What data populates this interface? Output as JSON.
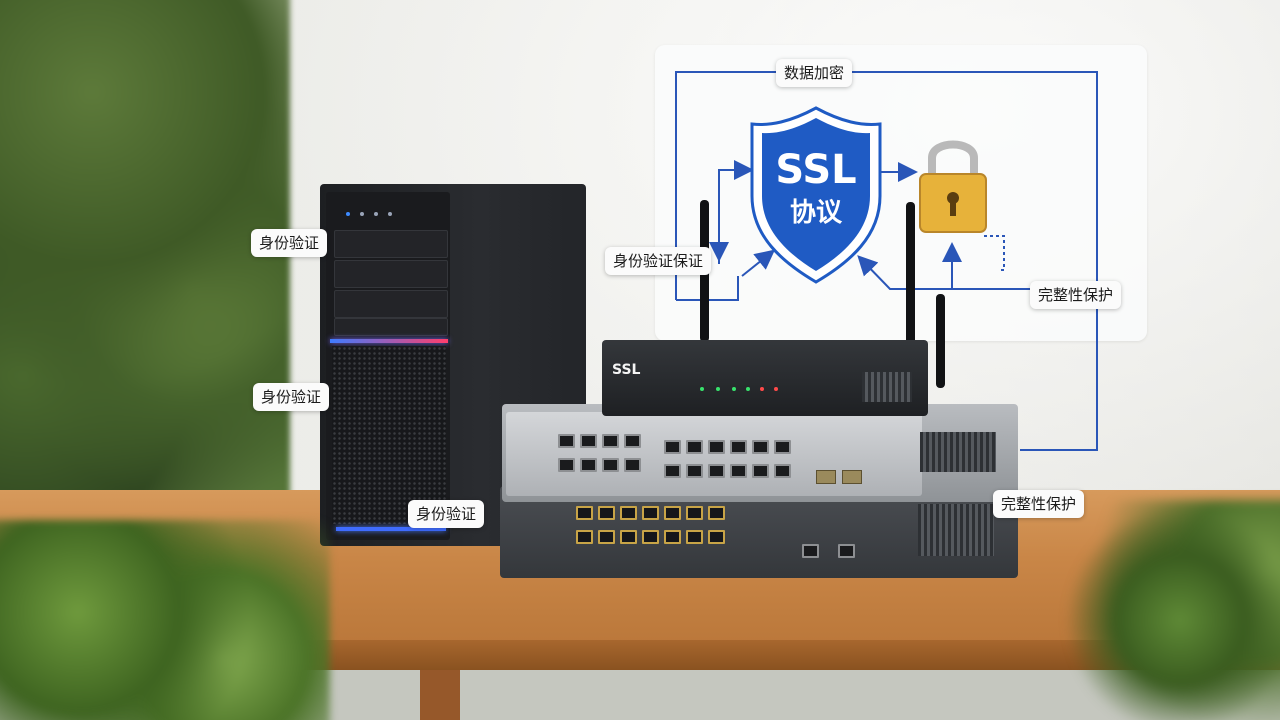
{
  "diagram": {
    "top_label": "数据加密",
    "shield_line1": "SSL",
    "shield_line2": "协议",
    "left_label": "身份验证保证",
    "right_label": "完整性保护"
  },
  "tags": {
    "tower_top": "身份验证",
    "tower_mid": "身份验证",
    "switch_left": "身份验证",
    "switch_right": "完整性保护"
  },
  "router": {
    "label": "SSL"
  },
  "colors": {
    "diagram_line": "#2a56b8",
    "shield_blue": "#1f5bc4",
    "lock_gold": "#e7b23a"
  },
  "icons": [
    "shield-icon",
    "padlock-icon",
    "arrow-icon"
  ]
}
